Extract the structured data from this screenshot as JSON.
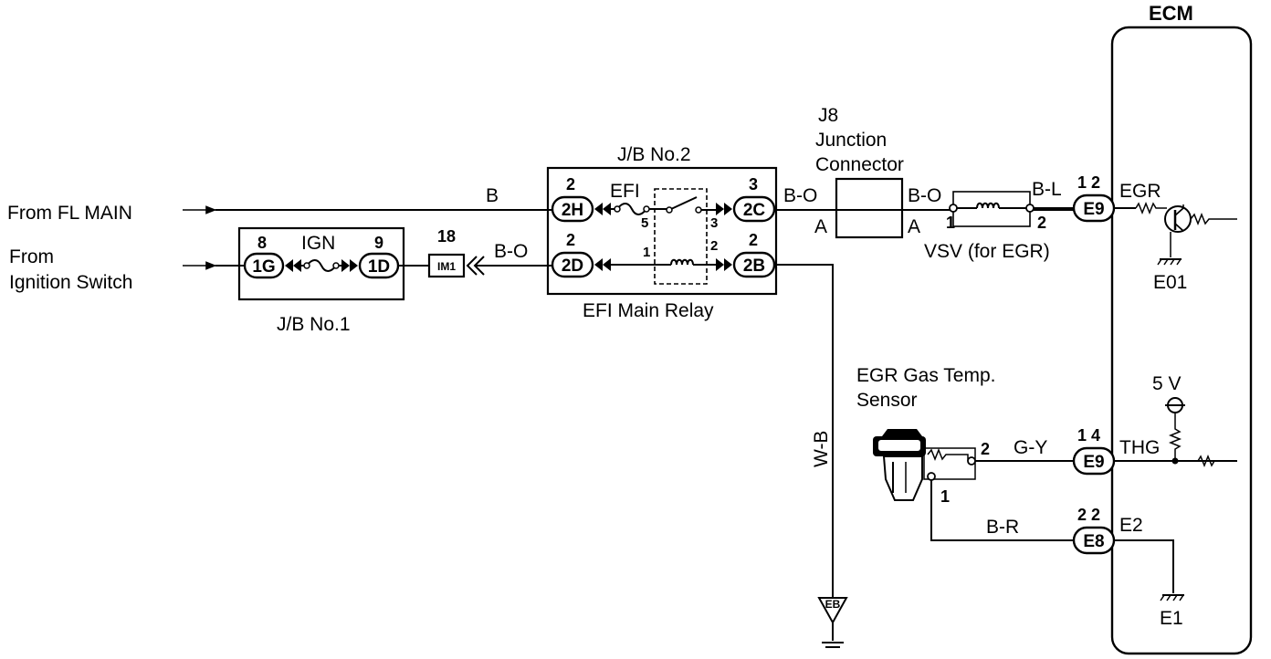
{
  "sources": {
    "fl_main": "From FL MAIN",
    "ignition_line1": "From",
    "ignition_line2": "Ignition Switch"
  },
  "jb1": {
    "title": "J/B No.1",
    "fuse": "IGN",
    "pin_left": "8",
    "pin_right": "9",
    "conn_left": "1G",
    "conn_right": "1D"
  },
  "im1": {
    "pin": "18",
    "label": "IM1"
  },
  "jb2": {
    "title": "J/B No.2",
    "subtitle": "EFI Main Relay",
    "fuse": "EFI",
    "pin_2h": "2",
    "pin_2d": "2",
    "pin_2c": "3",
    "pin_2b": "2",
    "conn_2h": "2H",
    "conn_2d": "2D",
    "conn_2c": "2C",
    "conn_2b": "2B",
    "relay_pin5": "5",
    "relay_pin1": "1",
    "relay_pin3": "3",
    "relay_pin2": "2"
  },
  "j8": {
    "line1": "J8",
    "line2": "Junction",
    "line3": "Connector",
    "pin_a_left": "A",
    "pin_a_right": "A"
  },
  "wires": {
    "b": "B",
    "bo_1": "B-O",
    "bo_2": "B-O",
    "bo_3": "B-O",
    "bl": "B-L",
    "wb": "W-B",
    "gy": "G-Y",
    "br": "B-R"
  },
  "vsv": {
    "label": "VSV (for EGR)",
    "pin1": "1",
    "pin2": "2"
  },
  "sensor": {
    "line1": "EGR Gas Temp.",
    "line2": "Sensor",
    "pin2": "2",
    "pin1": "1"
  },
  "ground": {
    "label": "EB"
  },
  "ecm": {
    "title": "ECM",
    "egr": "EGR",
    "e01": "E01",
    "five_v": "5 V",
    "thg": "THG",
    "e2": "E2",
    "e1": "E1",
    "pin_egr": "1 2",
    "pin_thg": "1 4",
    "pin_e2": "2 2",
    "conn_egr": "E9",
    "conn_thg": "E9",
    "conn_e2": "E8"
  }
}
